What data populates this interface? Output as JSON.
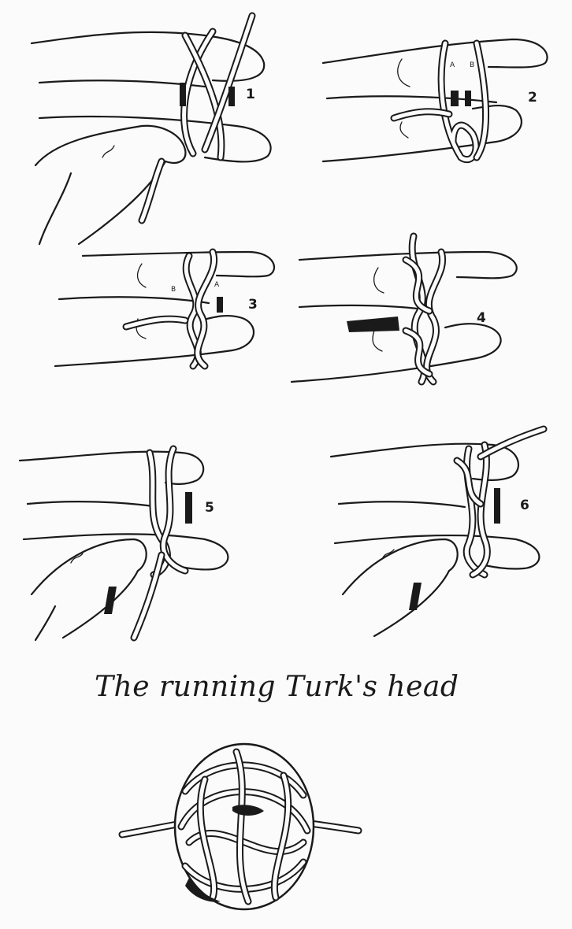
{
  "steps": [
    {
      "number": "1"
    },
    {
      "number": "2",
      "labels": [
        "A",
        "B"
      ]
    },
    {
      "number": "3",
      "labels": [
        "B",
        "A"
      ]
    },
    {
      "number": "4"
    },
    {
      "number": "5"
    },
    {
      "number": "6"
    }
  ],
  "caption": "The running Turk's head",
  "icons": [
    "hand-illustration",
    "cord-loop",
    "turks-head-knot"
  ]
}
